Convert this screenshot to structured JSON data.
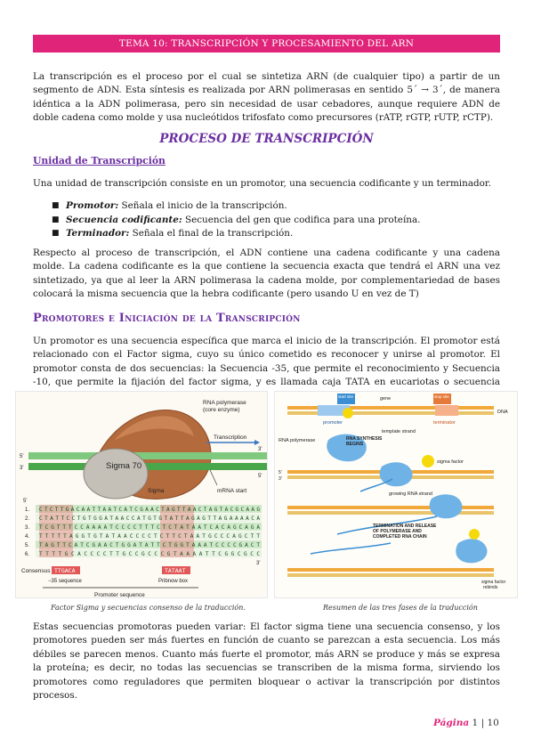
{
  "header": {
    "title": "TEMA 10: TRANSCRIPCIÓN Y PROCESAMIENTO DEL ARN"
  },
  "intro": {
    "text": "La transcripción es el proceso por el cual se sintetiza ARN (de cualquier tipo) a partir de un segmento de ADN. Esta síntesis es realizada por ARN polimerasas en sentido 5´ → 3´, de manera idéntica a la ADN polimerasa, pero sin necesidad de usar cebadores, aunque requiere ADN de doble cadena como molde y usa nucleótidos trifosfato como precursores (rATP, rGTP, rUTP, rCTP)."
  },
  "section1": {
    "title": "PROCESO DE TRANSCRIPCIÓN",
    "subtitle": "Unidad de Transcripción"
  },
  "unit_text": "Una unidad de transcripción consiste en un promotor, una secuencia codificante y un terminador.",
  "bullets": [
    {
      "term": "Promotor:",
      "text": " Señala el inicio de la transcripción."
    },
    {
      "term": "Secuencia codificante:",
      "text": " Secuencia del gen que codifica para una proteína."
    },
    {
      "term": "Terminador:",
      "text": " Señala el final de la transcripción."
    }
  ],
  "respect_text": "Respecto al proceso de transcripción, el ADN contiene una cadena codificante y una cadena molde. La cadena codificante es la que contiene la secuencia exacta que tendrá el ARN una vez sintetizado, ya que al leer la ARN polimerasa la cadena molde, por complementariedad de bases colocará la misma secuencia que la hebra codificante (pero usando U en vez de T)",
  "section2": {
    "title": "Promotores e Iniciación de la Transcripción"
  },
  "promoter_text": "Un promotor es una secuencia específica que marca el inicio de la transcripción. El promotor está relacionado con el Factor sigma, cuyo su único cometido es reconocer y unirse al promotor. El promotor consta de dos secuencias: la Secuencia -35, que permite el reconocimiento y Secuencia -10, que permite la fijación del factor sigma, y es llamada caja TATA en eucariotas o secuencia Pribnow en procariotas.",
  "figure_left": {
    "label_polymerase": "RNA polymerase",
    "label_core": "(core enzyme)",
    "label_transcription": "Transcription",
    "label_sigma70": "Sigma 70",
    "label_sigma": "Sigma",
    "label_mrna": "mRNA start",
    "label_5top": "5'",
    "label_3top": "3'",
    "label_3right": "3'",
    "label_5right": "5'",
    "label_5seq": "5'",
    "label_3seq": "3'",
    "sequences": [
      {
        "num": "1.",
        "seq": "CTCTTGACAATTAATCATCGAACTAGTTAACTAGTACGCAAG"
      },
      {
        "num": "2.",
        "seq": "CTATTCCTGTGGATAACCATGTGTATTAGAGTTAGAAAACA"
      },
      {
        "num": "3.",
        "seq": "TCGTTTCCAAAATCCCCTTTCTCTATAATCACAGCAGA"
      },
      {
        "num": "4.",
        "seq": "TTTTTAGGTGTATAACCCCTCTTCTAATGCCCAGCTT"
      },
      {
        "num": "5.",
        "seq": "TAGTTCATCGAACTGGATATTCTGGTAAATCCCCGACT"
      },
      {
        "num": "6.",
        "seq": "TTTTGCACCCCTTGCCGCCCGTAAAATTCGGCGCC"
      }
    ],
    "consensus_label": "Consensus",
    "consensus_35": "TTGACA",
    "consensus_10": "TATAAT",
    "label_minus35": "−35 sequence",
    "label_pribnow": "Pribnow box",
    "label_promoter_seq": "Promoter sequence"
  },
  "figure_right": {
    "start_site": "start site",
    "gene": "gene",
    "stop_site": "stop site",
    "dna": "DNA",
    "promoter": "promoter",
    "terminator": "terminator",
    "template_strand": "template strand",
    "rna_polymerase": "RNA polymerase",
    "rna_synthesis": "RNA SYNTHESIS",
    "begins": "BEGINS",
    "sigma_factor": "sigma factor",
    "growing_rna": "growing RNA strand",
    "termination_1": "TERMINATION AND RELEASE",
    "termination_2": "OF POLYMERASE AND",
    "termination_3": "COMPLETED RNA CHAIN",
    "sigma_factor_2": "sigma factor",
    "rebinds": "rebinds",
    "p5": "5'",
    "p3": "3'"
  },
  "captions": {
    "left": "Factor Sigma y secuencias consenso de la traducción.",
    "right": "Resumen de las tres fases de la traducción"
  },
  "variation_text": "Estas secuencias promotoras pueden variar: El factor sigma tiene una secuencia consenso, y los promotores pueden ser más fuertes en función de cuanto se parezcan a esta secuencia. Los más débiles se parecen menos. Cuanto más fuerte el promotor, más ARN se produce y más se expresa la proteína; es decir, no todas las secuencias se transcriben de la misma forma, sirviendo los promotores como reguladores que permiten bloquear o activar la transcripción por distintos procesos.",
  "footer": {
    "page_label": "Página",
    "page": "1",
    "sep": "|",
    "total": "10"
  },
  "colors": {
    "accent": "#e0247a",
    "heading": "#6b2fa0",
    "dna_green": "#3aa34a",
    "sequence_red": "#d43a3a"
  }
}
